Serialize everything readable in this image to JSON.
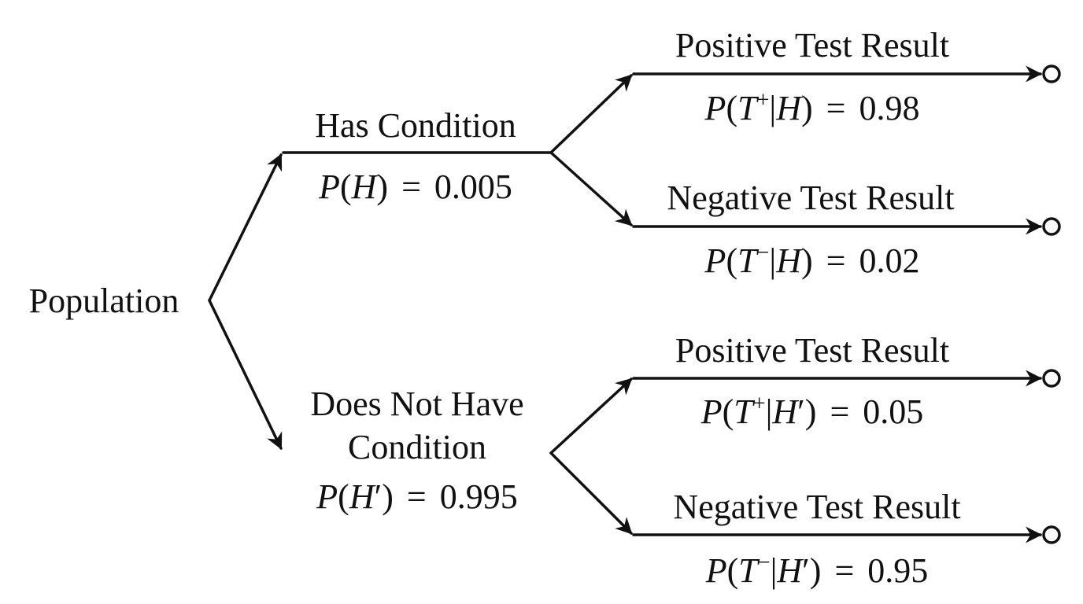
{
  "root": {
    "label": "Population"
  },
  "level1": [
    {
      "label": "Has Condition",
      "prob": {
        "event": "H",
        "prime": "",
        "value": "0.005"
      },
      "children": [
        {
          "label": "Positive Test Result",
          "prob": {
            "test": "T",
            "sign": "+",
            "given": "H",
            "prime": "",
            "value": "0.98"
          }
        },
        {
          "label": "Negative Test Result",
          "prob": {
            "test": "T",
            "sign": "−",
            "given": "H",
            "prime": "",
            "value": "0.02"
          }
        }
      ]
    },
    {
      "label_line1": "Does Not Have",
      "label_line2": "Condition",
      "prob": {
        "event": "H",
        "prime": "′",
        "value": "0.995"
      },
      "children": [
        {
          "label": "Positive Test Result",
          "prob": {
            "test": "T",
            "sign": "+",
            "given": "H",
            "prime": "′",
            "value": "0.05"
          }
        },
        {
          "label": "Negative Test Result",
          "prob": {
            "test": "T",
            "sign": "−",
            "given": "H",
            "prime": "′",
            "value": "0.95"
          }
        }
      ]
    }
  ],
  "symbols": {
    "P": "P",
    "open": "(",
    "close": ")",
    "bar": "|",
    "eq": "="
  }
}
